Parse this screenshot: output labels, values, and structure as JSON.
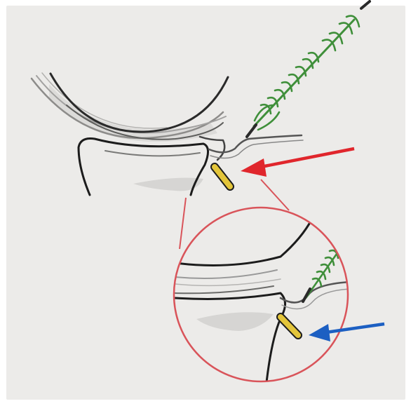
{
  "figure": {
    "main_view": "joint-cross-section",
    "inset": "magnified-detail-circle",
    "colors": {
      "paper": "#ecebe9",
      "ink": "#1c1c1c",
      "screw": "#3f8f3a",
      "implant": "#e3c53a",
      "red_arrow": "#e0262c",
      "blue_arrow": "#1c5fc2",
      "inset_circle": "#d9545a"
    },
    "annotations": [
      {
        "name": "red-arrow",
        "color": "red",
        "points_to": "implant"
      },
      {
        "name": "blue-arrow",
        "color": "blue",
        "points_to": "implant-detail"
      }
    ]
  }
}
